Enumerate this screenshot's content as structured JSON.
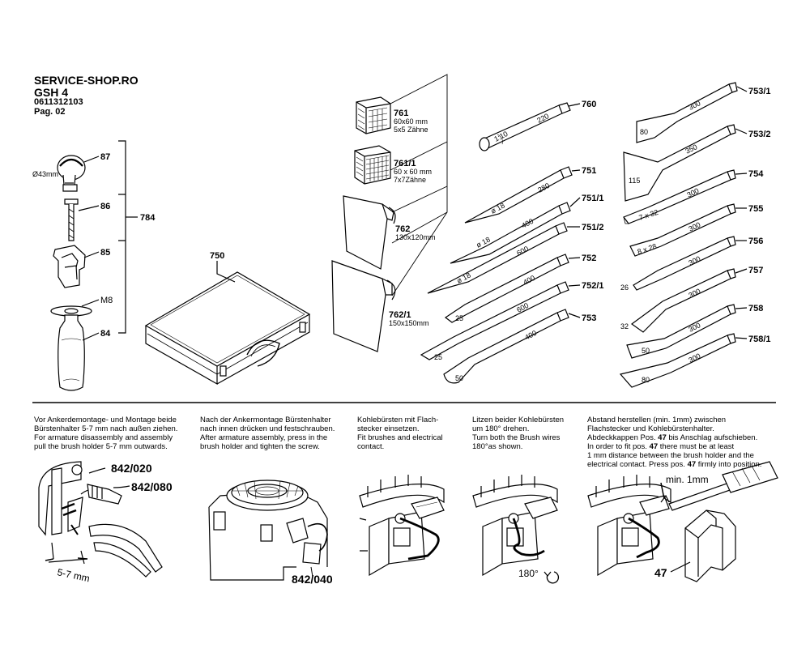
{
  "header": {
    "shop": "SERVICE-SHOP.RO",
    "model": "GSH 4",
    "code": "0611312103",
    "page": "Pag. 02"
  },
  "handle_parts": {
    "p87": "87",
    "diameter": "Ø43mm",
    "p86": "86",
    "p85": "85",
    "m8": "M8",
    "p84": "84",
    "group": "784"
  },
  "case": {
    "label": "750"
  },
  "pads": {
    "p761": "761",
    "p761_dim": "60x60 mm",
    "p761_teeth": "5x5 Zähne",
    "p761_1": "761/1",
    "p761_1_dim": "60 x 60 mm",
    "p761_1_teeth": "7x7Zähne",
    "p762": "762",
    "p762_dim": "130x120mm",
    "p762_1": "762/1",
    "p762_1_dim": "150x150mm"
  },
  "chisels_mid": [
    {
      "label": "760",
      "len": "220",
      "extra": "1:10"
    },
    {
      "label": "751",
      "len": "280",
      "extra": "ø 18"
    },
    {
      "label": "751/1",
      "len": "400",
      "extra": "ø 18"
    },
    {
      "label": "751/2",
      "len": "600",
      "extra": "ø 18"
    },
    {
      "label": "752",
      "len": "400",
      "extra": "25"
    },
    {
      "label": "752/1",
      "len": "600",
      "extra": "25"
    },
    {
      "label": "753",
      "len": "400",
      "extra": "50"
    }
  ],
  "chisels_right": [
    {
      "label": "753/1",
      "len": "300",
      "extra": "80"
    },
    {
      "label": "753/2",
      "len": "350",
      "extra": "115"
    },
    {
      "label": "754",
      "len": "300",
      "extra": "7 x 32"
    },
    {
      "label": "755",
      "len": "300",
      "extra": "8 x 28"
    },
    {
      "label": "756",
      "len": "300",
      "extra": "26"
    },
    {
      "label": "757",
      "len": "300",
      "extra": "32"
    },
    {
      "label": "758",
      "len": "300",
      "extra": "50"
    },
    {
      "label": "758/1",
      "len": "300",
      "extra": "80"
    }
  ],
  "instructions": [
    {
      "de1": "Vor Ankerdemontage- und Montage beide",
      "de2": "Bürstenhalter 5-7 mm nach außen ziehen.",
      "en1": "For armature disassembly and assembly",
      "en2": "pull the brush holder 5-7 mm outwards."
    },
    {
      "de1": "Nach der Ankermontage Bürstenhalter",
      "de2": "nach innen drücken und festschrauben.",
      "en1": "After armature assembly, press in the",
      "en2": "brush holder and tighten the screw."
    },
    {
      "de1": "Kohlebürsten mit Flach-",
      "de2": "stecker einsetzen.",
      "en1": "Fit brushes and electrical",
      "en2": "contact."
    },
    {
      "de1": "Litzen beider Kohlebürsten",
      "de2": "um 180° drehen.",
      "en1": "Turn both the Brush wires",
      "en2": "180°as shown."
    }
  ],
  "instr5": {
    "l1": "Abstand herstellen (min. 1mm) zwischen",
    "l2": "Flachstecker und Kohlebürstenhalter.",
    "l3a": "Abdeckkappen Pos. ",
    "l3b": "47",
    "l3c": " bis Anschlag aufschieben.",
    "l4a": "In order to fit pos. ",
    "l4b": "47",
    "l4c": " there must be at least",
    "l5": "1 mm distance between the brush holder and the",
    "l6a": "electrical contact. Press pos. ",
    "l6b": "47",
    "l6c": " firmly into position."
  },
  "figures": {
    "f1_a": "842/020",
    "f1_b": "842/080",
    "f1_dim": "5-7 mm",
    "f2_a": "842/040",
    "f4_rot": "180°",
    "f5_min": "min. 1mm",
    "f5_part": "47"
  }
}
